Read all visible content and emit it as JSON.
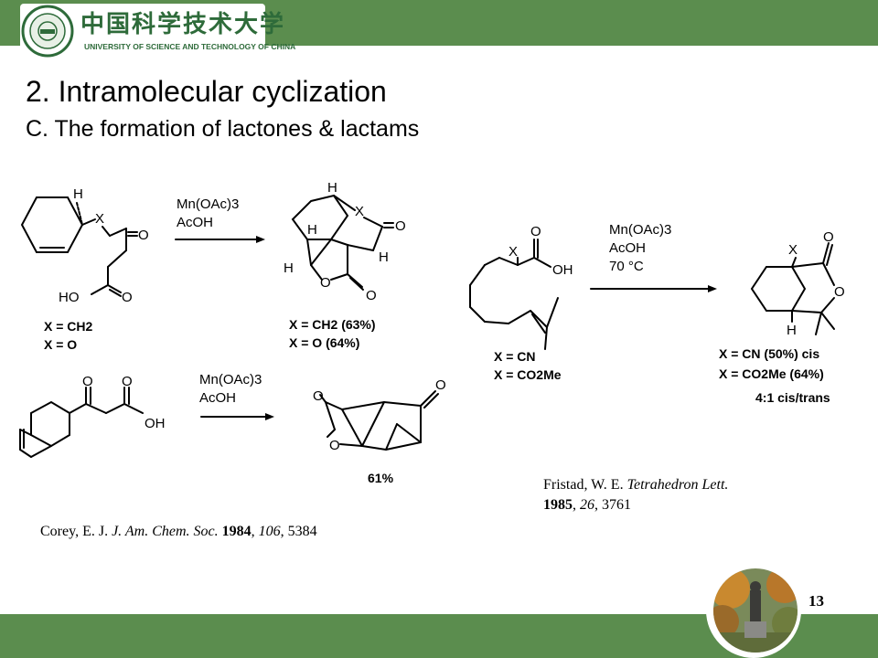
{
  "header": {
    "cn_name": "中国科学技术大学",
    "en_name": "UNIVERSITY OF SCIENCE AND TECHNOLOGY OF CHINA",
    "colors": {
      "bar": "#5b8d4e",
      "logo_text": "#2e6b3a"
    }
  },
  "slide": {
    "title": "2. Intramolecular cyclization",
    "subtitle": "C. The formation of lactones & lactams",
    "page_number": "13"
  },
  "scheme1": {
    "reagent1": "Mn(OAc)3",
    "reagent2": "AcOH",
    "sm_labels": {
      "H": "H",
      "X": "X",
      "O": "O",
      "HO": "HO"
    },
    "cond1": "X = CH2",
    "cond2": "X = O",
    "product_labels": {
      "H": "H",
      "X": "X",
      "O": "O"
    },
    "yield1": "X = CH2 (63%)",
    "yield2": "X = O (64%)"
  },
  "scheme2": {
    "reagent1": "Mn(OAc)3",
    "reagent2": "AcOH",
    "sm_labels": {
      "O": "O",
      "OH": "OH"
    },
    "product_labels": {
      "O": "O"
    },
    "yield": "61%"
  },
  "scheme3": {
    "reagent1": "Mn(OAc)3",
    "reagent2": "AcOH",
    "reagent3": "70 °C",
    "sm_labels": {
      "X": "X",
      "O": "O",
      "OH": "OH"
    },
    "cond1": "X = CN",
    "cond2": "X = CO2Me",
    "product_labels": {
      "X": "X",
      "O": "O",
      "H": "H"
    },
    "result1": "X = CN  (50%) cis",
    "result2": "X = CO2Me (64%)",
    "ratio": "4:1 cis/trans"
  },
  "references": {
    "fristad": {
      "authors": "Fristad, W. E.",
      "journal": "Tetrahedron Lett.",
      "year": "1985",
      "volume": "26",
      "page": "3761"
    },
    "corey": {
      "authors": "Corey, E. J.",
      "journal": "J. Am. Chem. Soc.",
      "year": "1984",
      "volume": "106",
      "page": "5384"
    }
  }
}
